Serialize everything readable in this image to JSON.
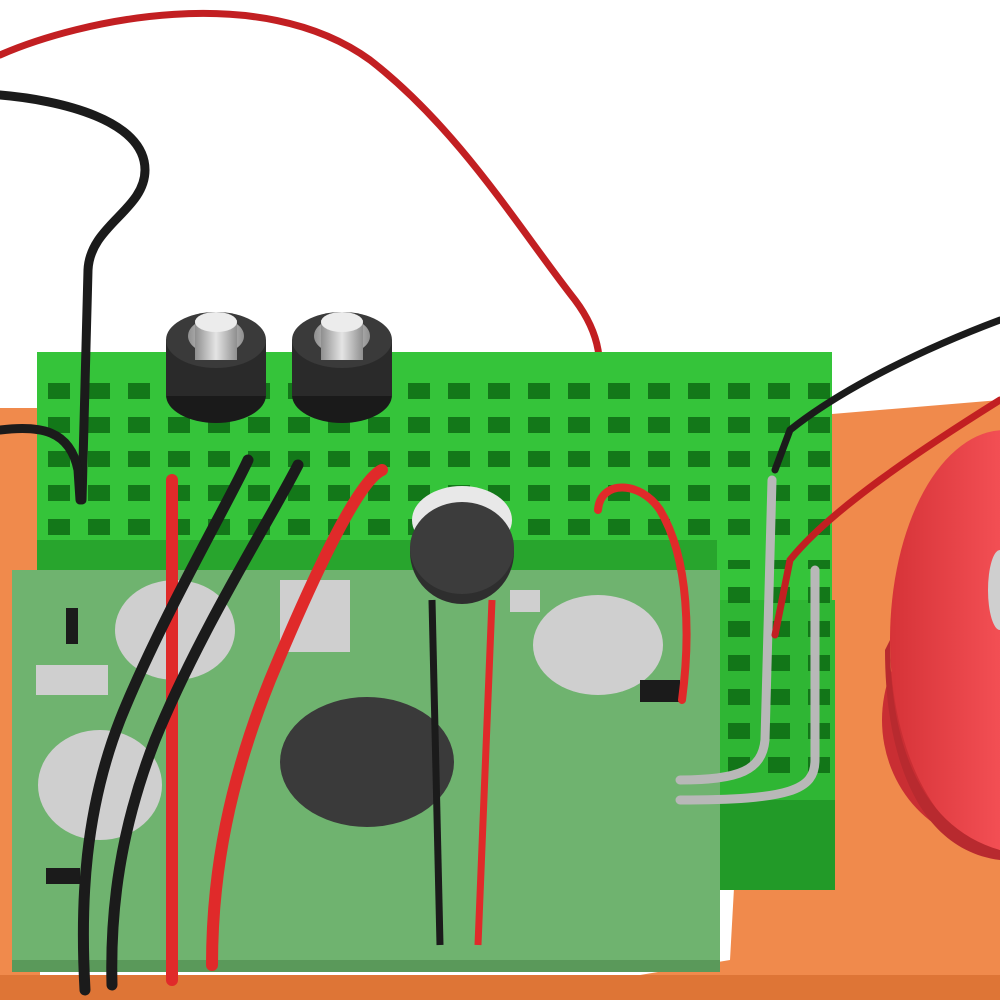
{
  "scene": {
    "subject": "breadboard-circuit-render",
    "colors": {
      "background": "#ffffff",
      "base_board": "#f08a4c",
      "breadboard": "#35c43a",
      "breadboard_dark": "#1f8a24",
      "pcb": "#6fb36f",
      "speaker": "#f0464a",
      "wire_red": "#e02a2a",
      "wire_black": "#1b1b1b",
      "wire_grey": "#b8b8b8",
      "button_cap": "#c9c9c9",
      "button_body": "#2a2a2a"
    },
    "components": {
      "push_buttons": 2,
      "microphone": 1,
      "speaker": 1,
      "pcb_pads": 4
    }
  }
}
